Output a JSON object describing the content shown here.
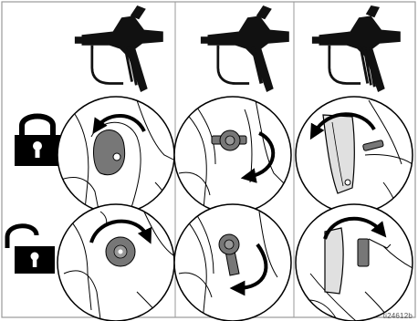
{
  "figure": {
    "reference_code": "ti24612b",
    "rows": [
      {
        "name": "locked",
        "icon": "padlock-closed-icon"
      },
      {
        "name": "unlocked",
        "icon": "padlock-open-icon"
      }
    ],
    "columns": [
      {
        "name": "gun-type-1",
        "trigger_fingers": 4
      },
      {
        "name": "gun-type-2",
        "trigger_fingers": 2
      },
      {
        "name": "gun-type-3",
        "trigger_fingers": 4
      }
    ],
    "arrows": {
      "locked": [
        "counterclockwise",
        "clockwise",
        "counterclockwise"
      ],
      "unlocked": [
        "clockwise",
        "clockwise",
        "clockwise"
      ]
    },
    "colors": {
      "outline": "#000000",
      "lock_part": "#777777",
      "part_shade": "#d9d9d9",
      "frame": "#999999"
    }
  }
}
